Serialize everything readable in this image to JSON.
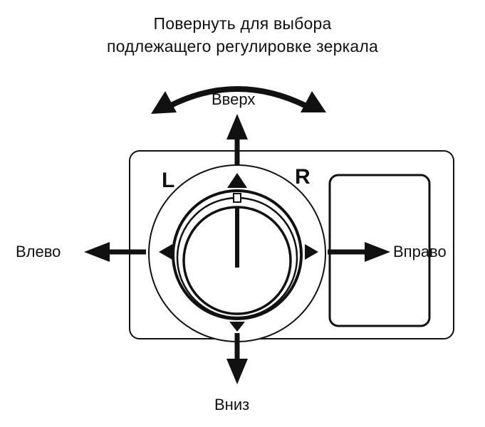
{
  "caption": {
    "line1": "Повернуть для выбора",
    "line2": "подлежащего регулировке зеркала"
  },
  "directions": {
    "up": "Вверх",
    "down": "Вниз",
    "left": "Влево",
    "right": "Вправо"
  },
  "sides": {
    "left": "L",
    "right": "R"
  },
  "colors": {
    "ink": "#111111",
    "background": "#ffffff"
  }
}
